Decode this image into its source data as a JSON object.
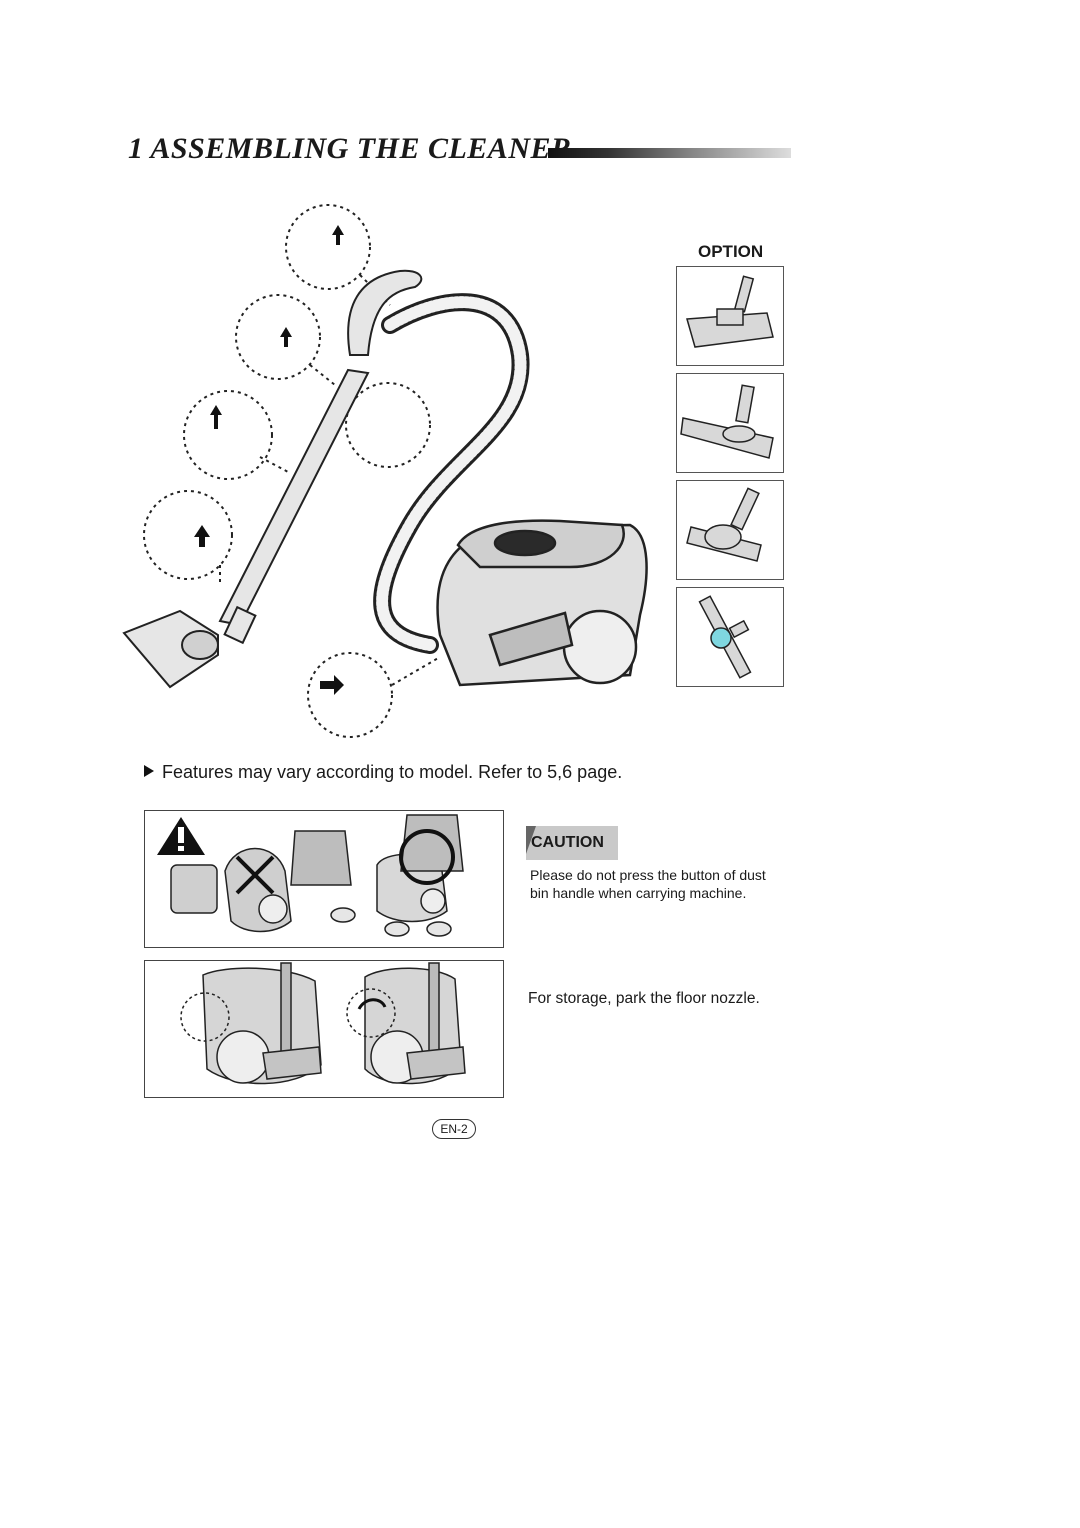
{
  "header": {
    "number": "1",
    "title": "ASSEMBLING THE CLEANER"
  },
  "option": {
    "title": "OPTION",
    "items": [
      "power-brush-icon",
      "floor-nozzle-icon",
      "turbo-brush-icon",
      "telescopic-pipe-icon"
    ]
  },
  "note": {
    "text": "Features may vary according to model.  Refer to 5,6 page."
  },
  "caution": {
    "label": "CAUTION",
    "text": "Please do not press the button of dust bin handle when carrying machine."
  },
  "storage": {
    "text": "For storage, park the floor nozzle."
  },
  "footer": {
    "page": "EN-2"
  },
  "colors": {
    "accent_dark": "#111111",
    "line": "#333333",
    "fill_light": "#e6e6e6",
    "badge": "#c9c9c9"
  }
}
